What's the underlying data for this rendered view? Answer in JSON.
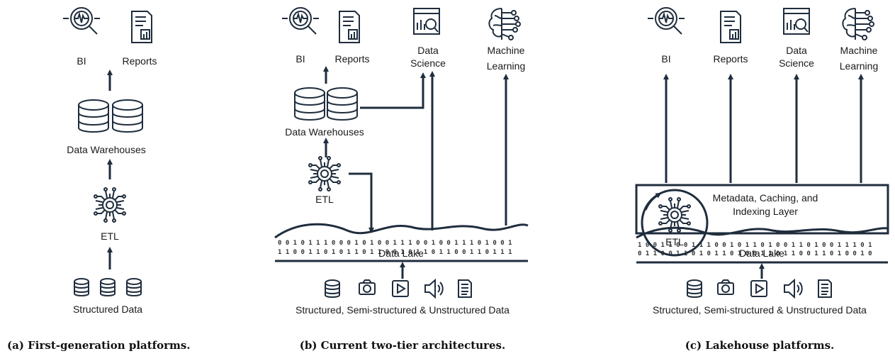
{
  "colors": {
    "ink": "#1f2d3d",
    "text": "#1a1a1a",
    "background": "#ffffff"
  },
  "panel_a": {
    "bi": "BI",
    "reports": "Reports",
    "warehouses": "Data Warehouses",
    "etl": "ETL",
    "structured": "Structured Data",
    "caption": "(a) First-generation platforms."
  },
  "panel_b": {
    "bi": "BI",
    "reports": "Reports",
    "ds_line1": "Data",
    "ds_line2": "Science",
    "ml_line1": "Machine",
    "ml_line2": "Learning",
    "warehouses": "Data Warehouses",
    "etl": "ETL",
    "lake": "Data Lake",
    "sources": "Structured, Semi-structured & Unstructured Data",
    "caption": "(b) Current two-tier architectures."
  },
  "panel_c": {
    "bi": "BI",
    "reports": "Reports",
    "ds_line1": "Data",
    "ds_line2": "Science",
    "ml_line1": "Machine",
    "ml_line2": "Learning",
    "layer_line1": "Metadata, Caching, and",
    "layer_line2": "Indexing Layer",
    "etl": "ETL",
    "lake": "Data Lake",
    "sources": "Structured, Semi-structured & Unstructured Data",
    "caption": "(c) Lakehouse platforms."
  },
  "icons": [
    "bi-magnifier-icon",
    "report-doc-icon",
    "data-science-monitor-icon",
    "machine-learning-brain-icon",
    "database-icon",
    "etl-chip-icon",
    "camera-icon",
    "video-play-icon",
    "audio-speaker-icon",
    "document-icon"
  ]
}
